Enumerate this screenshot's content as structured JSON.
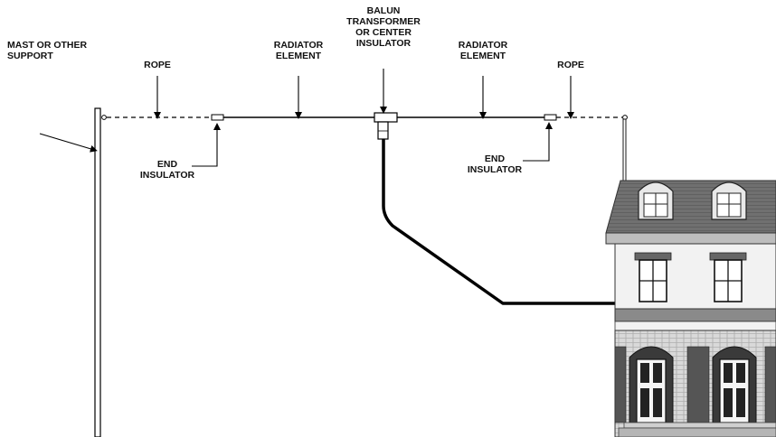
{
  "labels": {
    "mast": "MAST OR OTHER\nSUPPORT",
    "rope_left": "ROPE",
    "radiator_left": "RADIATOR\nELEMENT",
    "balun": "BALUN\nTRANSFORMER\nOR CENTER\nINSULATOR",
    "radiator_right": "RADIATOR\nELEMENT",
    "rope_right": "ROPE",
    "end_insulator_left": "END\nINSULATOR",
    "end_insulator_right": "END\nINSULATOR"
  },
  "colors": {
    "line": "#000000",
    "roof": "#6e6e6e",
    "wall": "#ececec",
    "dark_band": "#8a8a8a"
  }
}
